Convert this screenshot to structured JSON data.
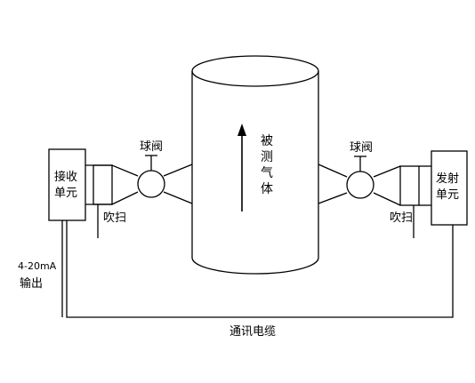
{
  "receiver": {
    "line1": "接收",
    "line2": "单元"
  },
  "transmitter": {
    "line1": "发射",
    "line2": "单元"
  },
  "left_valve_label": "球阀",
  "right_valve_label": "球阀",
  "left_purge_label": "吹扫",
  "right_purge_label": "吹扫",
  "gas_label": [
    "被",
    "测",
    "气",
    "体"
  ],
  "output": {
    "line1": "4-20mA",
    "line2": "输出"
  },
  "cable_label": "通讯电缆"
}
